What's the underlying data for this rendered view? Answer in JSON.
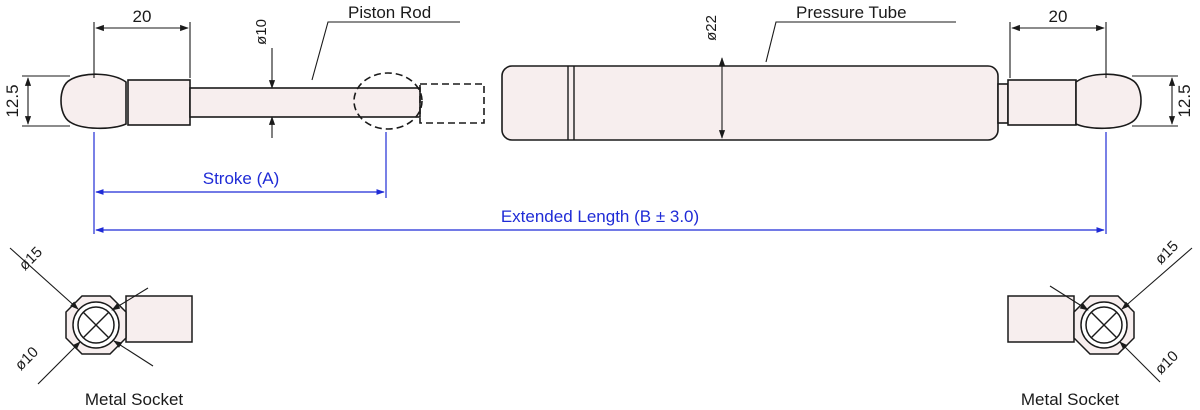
{
  "dimensions": {
    "end_fitting_length_left": "20",
    "end_fitting_length_right": "20",
    "rod_diameter": "ø10",
    "tube_diameter": "ø22",
    "socket_height_left": "12.5",
    "socket_height_right": "12.5",
    "socket_outer_diameter_left": "ø15",
    "socket_inner_diameter_left": "ø10",
    "socket_outer_diameter_right": "ø15",
    "socket_inner_diameter_right": "ø10"
  },
  "callouts": {
    "piston_rod": "Piston Rod",
    "pressure_tube": "Pressure Tube"
  },
  "spans": {
    "stroke": "Stroke (A)",
    "extended_length": "Extended Length (B ± 3.0)"
  },
  "sockets": {
    "left_caption": "Metal Socket",
    "right_caption": "Metal Socket"
  },
  "colors": {
    "line": "#1a1a1a",
    "dimension_blue": "#1f2bd6",
    "part_fill": "#f7eeee"
  }
}
